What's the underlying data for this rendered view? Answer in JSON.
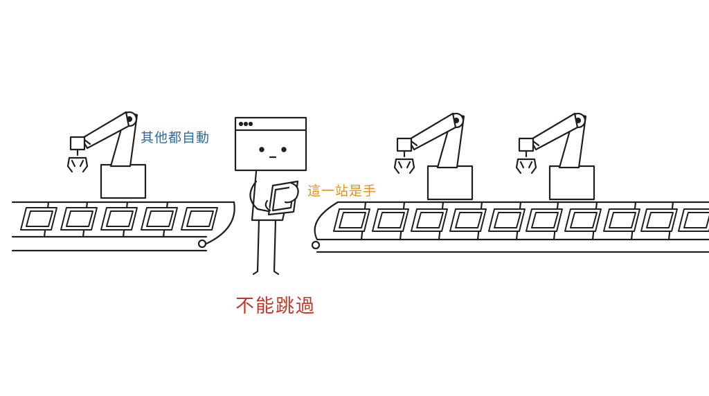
{
  "labels": {
    "others_automated": "其他都自動",
    "this_station_manual": "這一站是手",
    "cannot_skip": "不能跳過"
  },
  "colors": {
    "others_automated": "#2f6aa3",
    "this_station_manual": "#e0901f",
    "cannot_skip": "#c0392b",
    "ink": "#1e1e1e"
  },
  "scene": {
    "left_conveyor_tray_count": 5,
    "right_conveyor_tray_count": 10,
    "robot_arm_count": 3,
    "icons": [
      "robot-arm-icon",
      "conveyor-belt-icon",
      "person-icon",
      "tablet-icon"
    ]
  }
}
